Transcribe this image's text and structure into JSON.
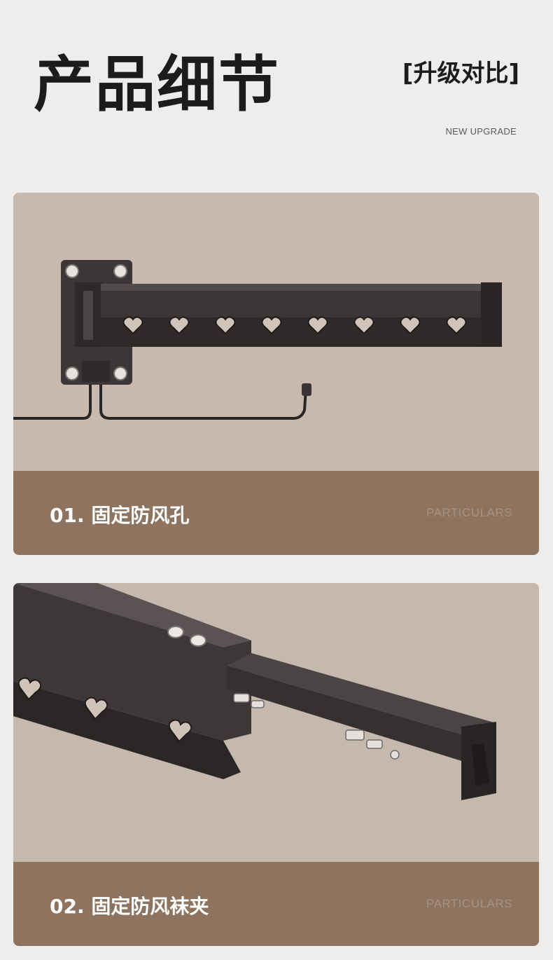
{
  "header": {
    "title": "产品细节",
    "upgrade_label": "[升级对比]",
    "upgrade_sub": "NEW UPGRADE"
  },
  "details": [
    {
      "caption": "01. 固定防风孔",
      "tag": "PARTICULARS"
    },
    {
      "caption": "02. 固定防风袜夹",
      "tag": "PARTICULARS"
    }
  ],
  "colors": {
    "page_background": "#eeedec",
    "photo_background": "#c7b9ae",
    "caption_band": "#8e735f",
    "metal": "#3a3535"
  }
}
